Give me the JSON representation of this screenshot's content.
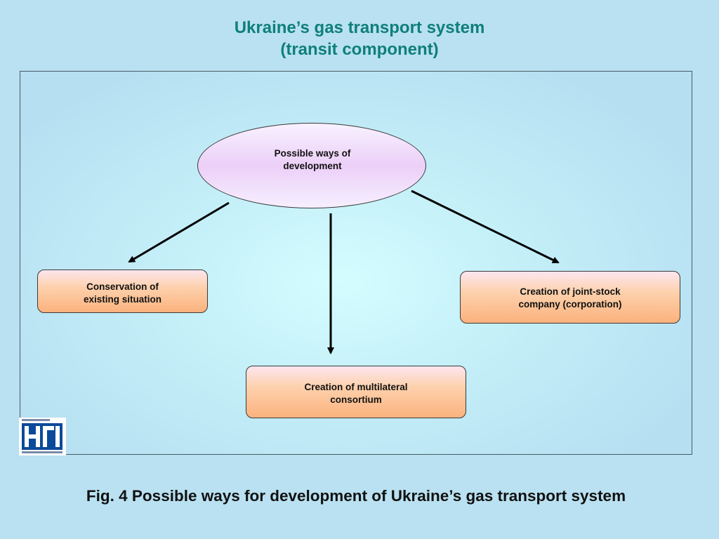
{
  "slide": {
    "title_line1": "Ukraine’s gas transport system",
    "title_line2": "(transit component)"
  },
  "diagram": {
    "root": {
      "line1": "Possible ways of",
      "line2": "development"
    },
    "options": [
      {
        "line1": "Conservation of",
        "line2": "existing situation"
      },
      {
        "line1": "Creation of multilateral",
        "line2": "consortium"
      },
      {
        "line1": "Creation of joint-stock",
        "line2": "company (corporation)"
      }
    ]
  },
  "caption": "Fig. 4 Possible ways for development of Ukraine’s gas transport system",
  "colors": {
    "title": "#0f7f7a",
    "background": "#b9e1f1",
    "logo_blue": "#0b4a9a"
  },
  "logo": {
    "icon": "ngi-logo",
    "text": "НГІ"
  }
}
